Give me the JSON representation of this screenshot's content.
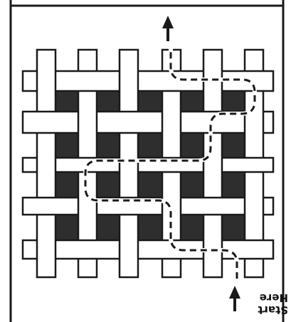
{
  "diagram": {
    "start_label_line1": "Start",
    "start_label_line2": "Here",
    "path_style": "dashed",
    "colors": {
      "border": "#1a1a1a",
      "strip_fill": "#ffffff",
      "gap_fill": "#2e2e2e",
      "path": "#1a1a1a"
    },
    "icons": [
      "arrow-up-icon",
      "arrow-up-icon"
    ]
  }
}
